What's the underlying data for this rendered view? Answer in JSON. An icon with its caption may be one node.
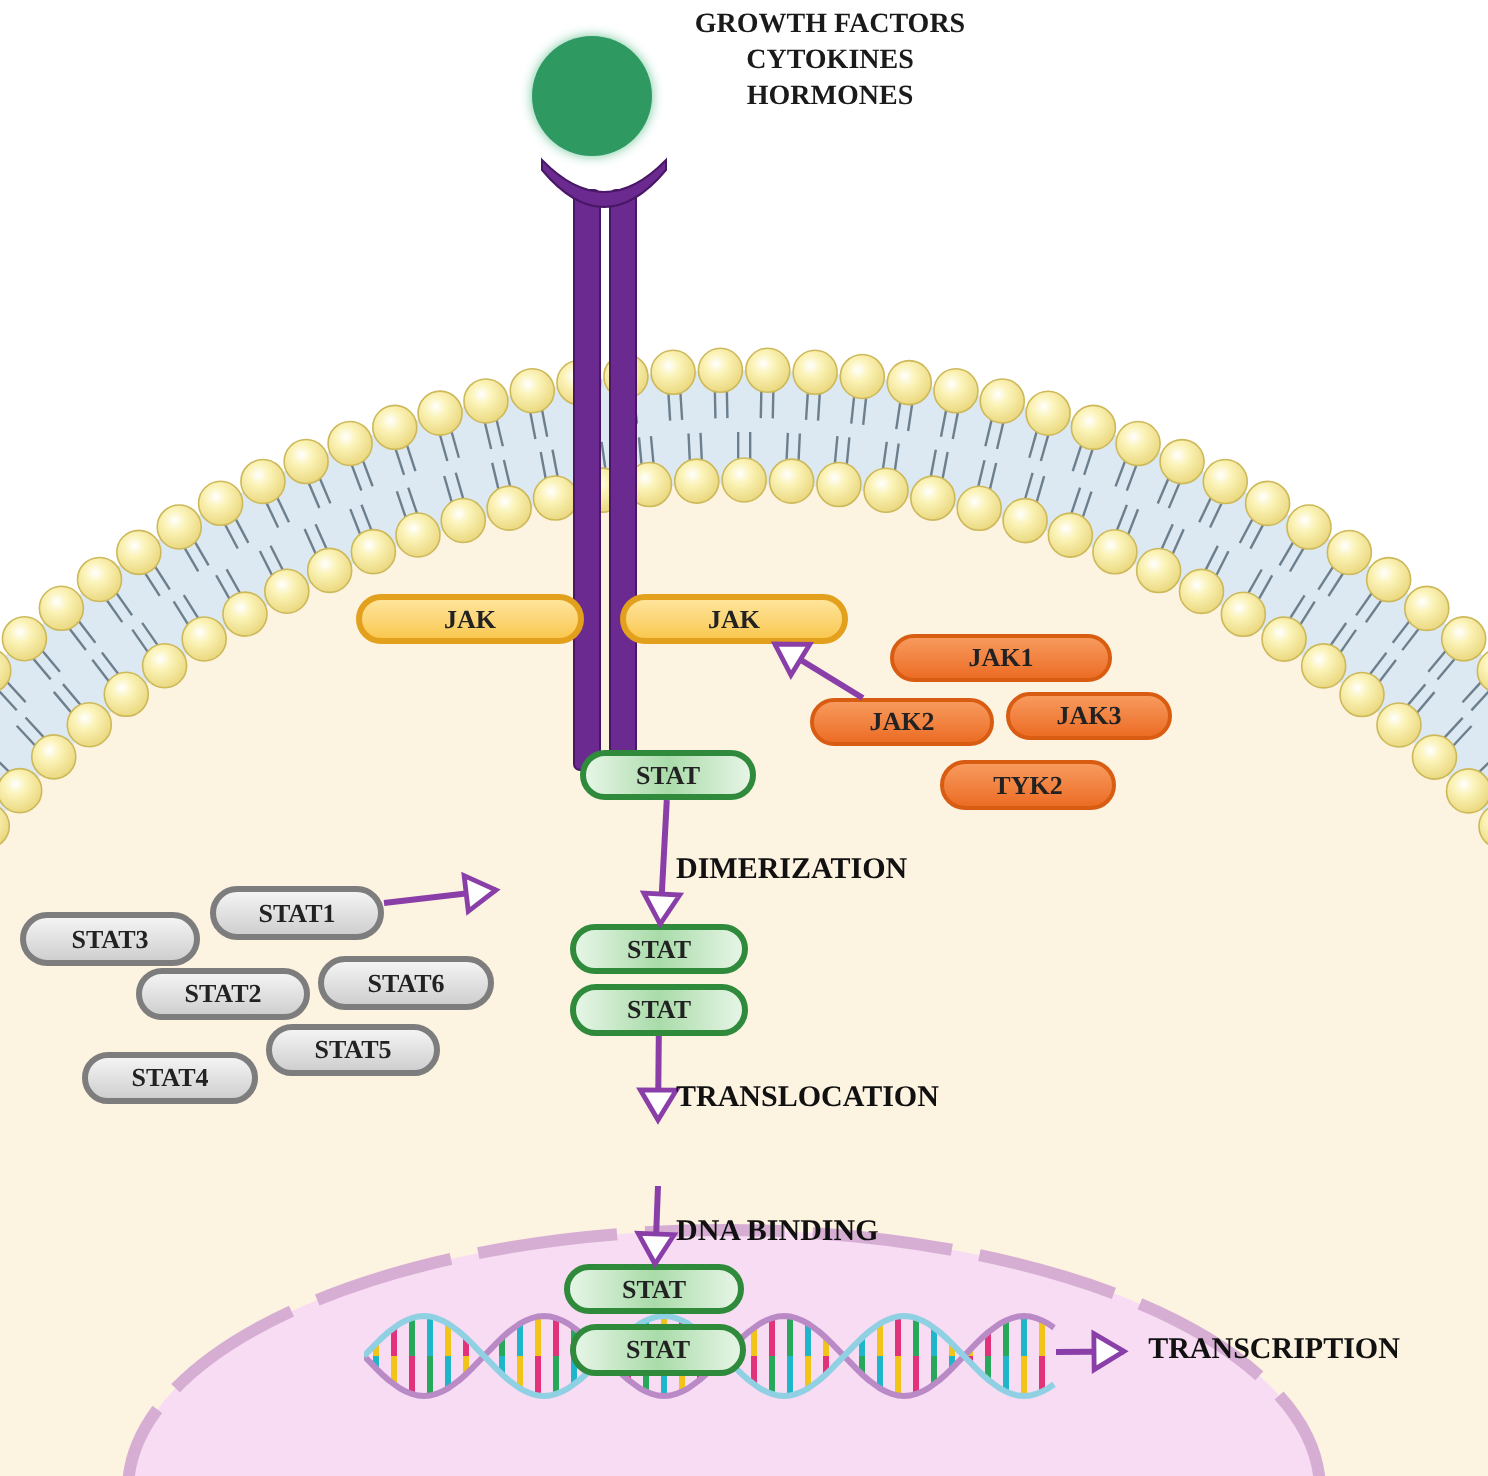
{
  "diagram": {
    "nodes": [
      {
        "text": [],
        "shape": "circle",
        "beside": [
          "GROWTH FACTORS CYTOKINES HORMONES"
        ]
      },
      {
        "text": [
          "JAK"
        ]
      },
      {
        "text": [
          "JAK"
        ]
      },
      {
        "text": [
          "JAK1"
        ]
      },
      {
        "text": [
          "JAK2"
        ]
      },
      {
        "text": [
          "JAK3"
        ]
      },
      {
        "text": [
          "TYK2"
        ]
      },
      {
        "text": [
          "STAT"
        ]
      },
      {
        "text": [
          "STAT1"
        ]
      },
      {
        "text": [
          "STAT3"
        ]
      },
      {
        "text": [
          "STAT2"
        ]
      },
      {
        "text": [
          "STAT6"
        ]
      },
      {
        "text": [
          "STAT5"
        ]
      },
      {
        "text": [
          "STAT4"
        ]
      },
      {
        "text": [
          "STAT"
        ]
      },
      {
        "text": [
          "STAT"
        ]
      },
      {
        "text": [
          "STAT"
        ]
      },
      {
        "text": [
          "STAT"
        ],
        "in": 18
      },
      {
        "text": [],
        "shape": "picture"
      },
      {
        "text": [
          "TRANSCRIPTION"
        ]
      }
    ],
    "edges": [
      {
        "from": 4,
        "to": 2,
        "arrow": "to"
      },
      {
        "from": 8,
        "to": null,
        "arrow": "to"
      },
      {
        "from": 7,
        "to": 14,
        "arrow": "to",
        "label": "DIMERIZATION"
      },
      {
        "from": 15,
        "to": null,
        "arrow": "to",
        "label": "TRANSLOCATION"
      },
      {
        "from": null,
        "to": 16,
        "arrow": "to",
        "label": "DNA BINDING"
      },
      {
        "from": 18,
        "to": 19,
        "arrow": "to"
      }
    ]
  }
}
